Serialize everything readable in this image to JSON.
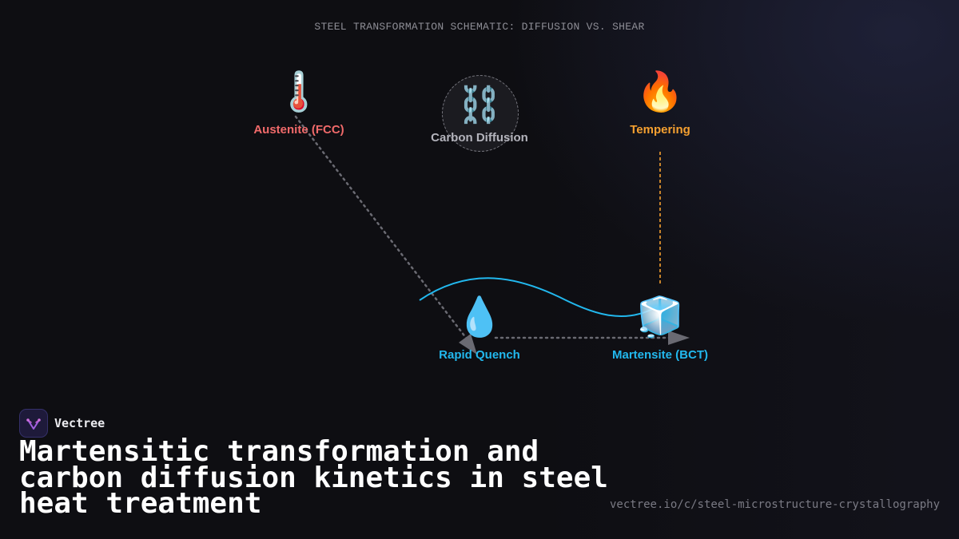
{
  "diagram": {
    "title": "STEEL TRANSFORMATION SCHEMATIC: DIFFUSION VS. SHEAR",
    "nodes": [
      {
        "id": "austenite",
        "icon": "thermometer-icon",
        "glyph": "🌡️",
        "label": "Austenite (FCC)",
        "color": "#f06a6a"
      },
      {
        "id": "carbon",
        "icon": "chain-link-icon",
        "glyph": "⛓️",
        "label": "Carbon Diffusion",
        "color": "#b4b4bc"
      },
      {
        "id": "tempering",
        "icon": "fire-icon",
        "glyph": "🔥",
        "label": "Tempering",
        "color": "#f5a030"
      },
      {
        "id": "quench",
        "icon": "water-drop-icon",
        "glyph": "💧",
        "label": "Rapid Quench",
        "color": "#22b8ee"
      },
      {
        "id": "martensite",
        "icon": "ice-cube-icon",
        "glyph": "🧊",
        "label": "Martensite (BCT)",
        "color": "#22b8ee"
      }
    ],
    "edges": [
      {
        "from": "austenite",
        "to": "quench",
        "style": "dotted",
        "color": "#6a6a72"
      },
      {
        "from": "quench",
        "to": "martensite",
        "style": "dotted",
        "color": "#6a6a72"
      },
      {
        "from": "tempering",
        "to": "martensite",
        "style": "dashed",
        "color": "#f5a030"
      },
      {
        "from": "quench",
        "to": "martensite",
        "style": "curve",
        "color": "#22b8ee"
      }
    ]
  },
  "brand": {
    "name": "Vectree",
    "icon": "vectree-logo-icon"
  },
  "headline": "Martensitic transformation and carbon diffusion kinetics in steel heat treatment",
  "url": "vectree.io/c/steel-microstructure-crystallography"
}
